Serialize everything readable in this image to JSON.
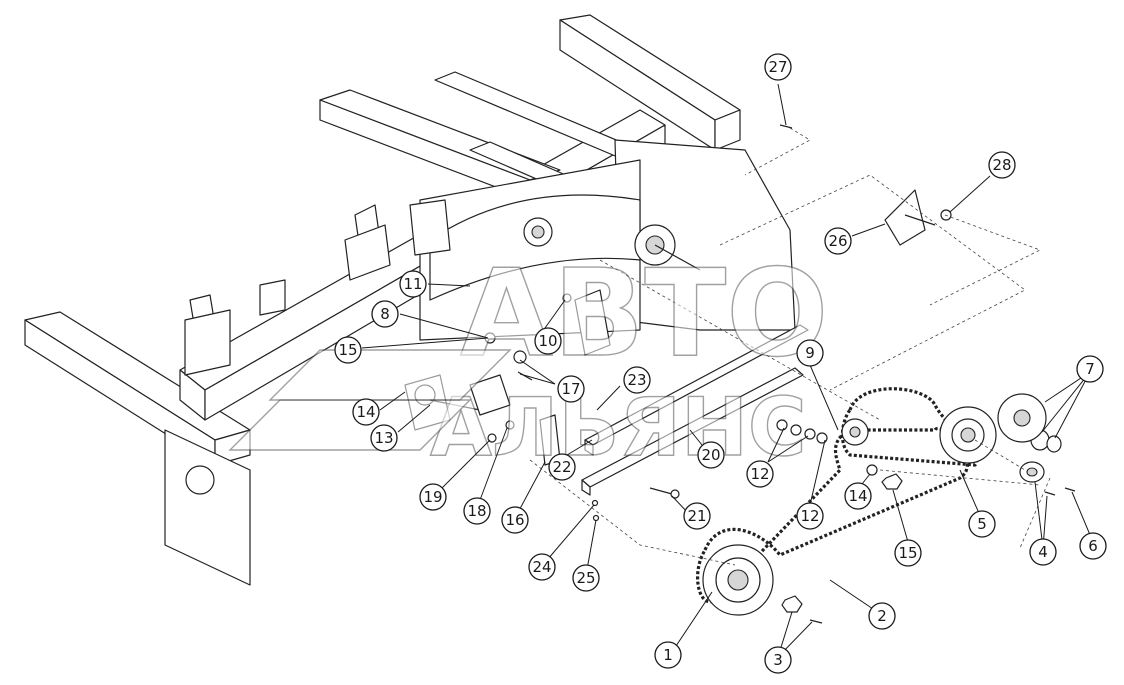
{
  "watermark": {
    "line1": "АВТО",
    "line2": "АЛЬЯНС"
  },
  "callouts": [
    {
      "id": "c1",
      "label": "1"
    },
    {
      "id": "c2",
      "label": "2"
    },
    {
      "id": "c3",
      "label": "3"
    },
    {
      "id": "c4",
      "label": "4"
    },
    {
      "id": "c5",
      "label": "5"
    },
    {
      "id": "c6",
      "label": "6"
    },
    {
      "id": "c7",
      "label": "7"
    },
    {
      "id": "c8",
      "label": "8"
    },
    {
      "id": "c9",
      "label": "9"
    },
    {
      "id": "c10",
      "label": "10"
    },
    {
      "id": "c11",
      "label": "11"
    },
    {
      "id": "c12a",
      "label": "12"
    },
    {
      "id": "c12b",
      "label": "12"
    },
    {
      "id": "c13",
      "label": "13"
    },
    {
      "id": "c14a",
      "label": "14"
    },
    {
      "id": "c14b",
      "label": "14"
    },
    {
      "id": "c15a",
      "label": "15"
    },
    {
      "id": "c15b",
      "label": "15"
    },
    {
      "id": "c16",
      "label": "16"
    },
    {
      "id": "c17",
      "label": "17"
    },
    {
      "id": "c18",
      "label": "18"
    },
    {
      "id": "c19",
      "label": "19"
    },
    {
      "id": "c20",
      "label": "20"
    },
    {
      "id": "c21",
      "label": "21"
    },
    {
      "id": "c22",
      "label": "22"
    },
    {
      "id": "c23",
      "label": "23"
    },
    {
      "id": "c24",
      "label": "24"
    },
    {
      "id": "c25",
      "label": "25"
    },
    {
      "id": "c26",
      "label": "26"
    },
    {
      "id": "c27",
      "label": "27"
    },
    {
      "id": "c28",
      "label": "28"
    }
  ]
}
